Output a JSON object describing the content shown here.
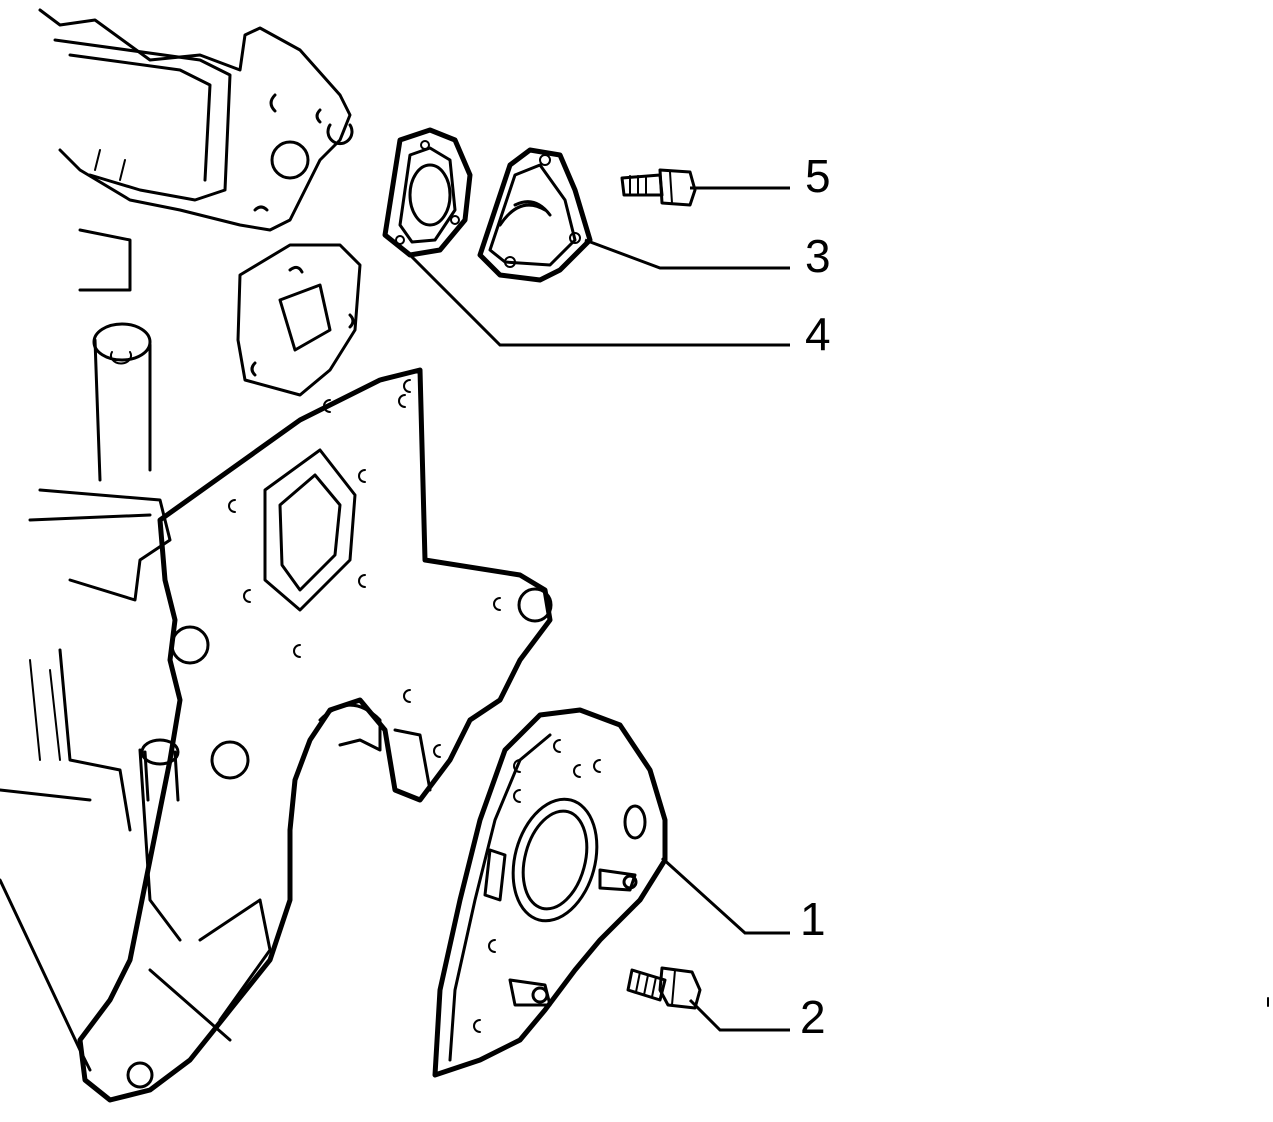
{
  "callouts": [
    {
      "id": "callout-5",
      "label": "5",
      "part": "bolt"
    },
    {
      "id": "callout-3",
      "label": "3",
      "part": "cover-plate"
    },
    {
      "id": "callout-4",
      "label": "4",
      "part": "gasket"
    },
    {
      "id": "callout-1",
      "label": "1",
      "part": "seal-flange"
    },
    {
      "id": "callout-2",
      "label": "2",
      "part": "bolt"
    }
  ]
}
